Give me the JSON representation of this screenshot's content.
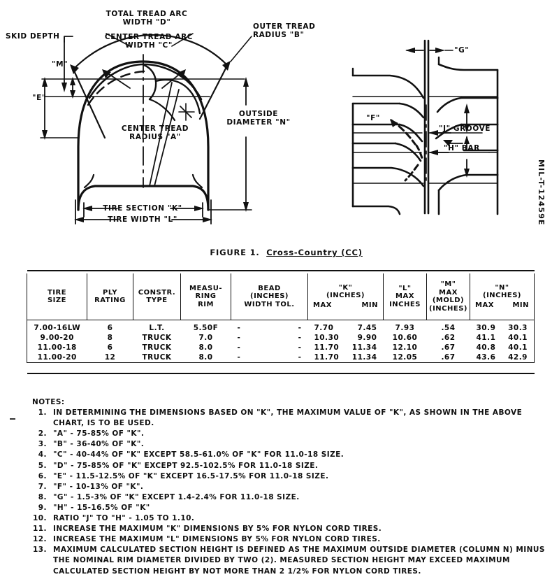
{
  "document": {
    "spec_number": "MIL-T-12459E"
  },
  "figure": {
    "caption_prefix": "FIGURE 1.",
    "caption_title": "Cross-Country (CC)",
    "cross_section_labels": {
      "skid_depth": "SKID DEPTH",
      "total_tread_arc": "TOTAL TREAD ARC\nWIDTH \"D\"",
      "center_tread_arc": "CENTER TREAD ARC\nWIDTH \"C\"",
      "outer_tread_radius": "OUTER TREAD\nRADIUS \"B\"",
      "center_tread_radius": "CENTER TREAD\nRADIUS \"A\"",
      "outside_diameter": "OUTSIDE\nDIAMETER \"N\"",
      "m_dim": "\"M\"",
      "e_dim": "\"E\"",
      "tire_section": "TIRE SECTION \"K\"",
      "tire_width": "TIRE WIDTH \"L\""
    },
    "tread_plan_labels": {
      "g_dim": "\"G\"",
      "f_dim": "\"F\"",
      "j_groove": "\"J\" GROOVE",
      "h_bar": "\"H\" BAR"
    }
  },
  "table": {
    "headers": [
      {
        "lines": "TIRE\nSIZE"
      },
      {
        "lines": "PLY\nRATING"
      },
      {
        "lines": "CONSTR.\nTYPE"
      },
      {
        "lines": "MEASU-\nRING\nRIM"
      },
      {
        "lines": "BEAD\n(INCHES)\nWIDTH TOL."
      },
      {
        "lines": "\"K\"\n(INCHES)",
        "sub_left": "MAX",
        "sub_right": "MIN"
      },
      {
        "lines": "\"L\"\nMAX\nINCHES"
      },
      {
        "lines": "\"M\"\nMAX\n(MOLD)\n(INCHES)"
      },
      {
        "lines": "\"N\"\n(INCHES)",
        "sub_left": "MAX",
        "sub_right": "MIN"
      }
    ],
    "rows": [
      {
        "tire_size": "7.00-16LW",
        "ply_rating": "6",
        "constr_type": "L.T.",
        "measuring_rim": "5.50F",
        "bead_width": "-",
        "bead_tol": "-",
        "k_max": "7.70",
        "k_min": "7.45",
        "l_max": "7.93",
        "m_max": ".54",
        "n_max": "30.9",
        "n_min": "30.3"
      },
      {
        "tire_size": "9.00-20",
        "ply_rating": "8",
        "constr_type": "TRUCK",
        "measuring_rim": "7.0",
        "bead_width": "-",
        "bead_tol": "-",
        "k_max": "10.30",
        "k_min": "9.90",
        "l_max": "10.60",
        "m_max": ".62",
        "n_max": "41.1",
        "n_min": "40.1"
      },
      {
        "tire_size": "11.00-18",
        "ply_rating": "6",
        "constr_type": "TRUCK",
        "measuring_rim": "8.0",
        "bead_width": "-",
        "bead_tol": "-",
        "k_max": "11.70",
        "k_min": "11.34",
        "l_max": "12.10",
        "m_max": ".67",
        "n_max": "40.8",
        "n_min": "40.1"
      },
      {
        "tire_size": "11.00-20",
        "ply_rating": "12",
        "constr_type": "TRUCK",
        "measuring_rim": "8.0",
        "bead_width": "-",
        "bead_tol": "-",
        "k_max": "11.70",
        "k_min": "11.34",
        "l_max": "12.05",
        "m_max": ".67",
        "n_max": "43.6",
        "n_min": "42.9"
      }
    ]
  },
  "notes": {
    "title": "NOTES:",
    "items": [
      {
        "num": "1.",
        "text": "IN DETERMINING THE DIMENSIONS BASED ON \"K\", THE MAXIMUM VALUE OF \"K\", AS SHOWN IN THE ABOVE\nCHART, IS TO BE USED."
      },
      {
        "num": "2.",
        "text": "\"A\" - 75-85% OF \"K\"."
      },
      {
        "num": "3.",
        "text": "\"B\" - 36-40% OF \"K\"."
      },
      {
        "num": "4.",
        "text": "\"C\" - 40-44% OF \"K\" EXCEPT 58.5-61.0% OF \"K\" FOR 11.0-18 SIZE."
      },
      {
        "num": "5.",
        "text": "\"D\" - 75-85% OF \"K\" EXCEPT 92.5-102.5% FOR 11.0-18 SIZE."
      },
      {
        "num": "6.",
        "text": "\"E\" - 11.5-12.5% OF \"K\" EXCEPT 16.5-17.5% FOR 11.0-18 SIZE."
      },
      {
        "num": "7.",
        "text": "\"F\" - 10-13% OF \"K\"."
      },
      {
        "num": "8.",
        "text": "\"G\" - 1.5-3% OF \"K\" EXCEPT 1.4-2.4% FOR 11.0-18 SIZE."
      },
      {
        "num": "9.",
        "text": "\"H\" - 15-16.5% OF \"K\""
      },
      {
        "num": "10.",
        "text": "RATIO \"J\" TO \"H\" - 1.05 TO 1.10."
      },
      {
        "num": "11.",
        "text": "INCREASE THE MAXIMUM \"K\" DIMENSIONS BY 5% FOR NYLON CORD TIRES."
      },
      {
        "num": "12.",
        "text": "INCREASE THE MAXIMUM \"L\" DIMENSIONS BY 5% FOR NYLON CORD TIRES."
      },
      {
        "num": "13.",
        "text": "MAXIMUM CALCULATED SECTION HEIGHT IS DEFINED AS THE MAXIMUM OUTSIDE DIAMETER (COLUMN N) MINUS\nTHE NOMINAL RIM DIAMETER DIVIDED BY TWO (2).  MEASURED SECTION HEIGHT MAY EXCEED MAXIMUM\nCALCULATED SECTION HEIGHT BY NOT MORE THAN 2 1/2% FOR NYLON CORD TIRES."
      }
    ]
  }
}
